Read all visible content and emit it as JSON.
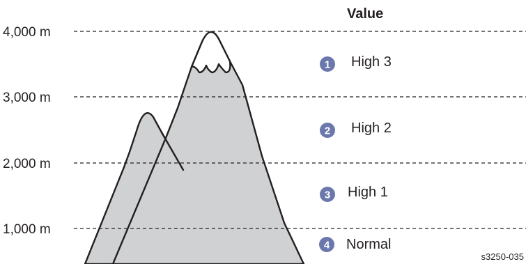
{
  "value_header": "Value",
  "altitudes": [
    {
      "label": "4,000 m"
    },
    {
      "label": "3,000 m"
    },
    {
      "label": "2,000 m"
    },
    {
      "label": "1,000 m"
    }
  ],
  "levels": [
    {
      "number": "1",
      "label": "High 3"
    },
    {
      "number": "2",
      "label": "High 2"
    },
    {
      "number": "3",
      "label": "High 1"
    },
    {
      "number": "4",
      "label": "Normal"
    }
  ],
  "figure_code": "s3250-035",
  "colors": {
    "badge": "#6a78ad",
    "mountain": "#d0d1d3",
    "outline": "#231f20"
  }
}
